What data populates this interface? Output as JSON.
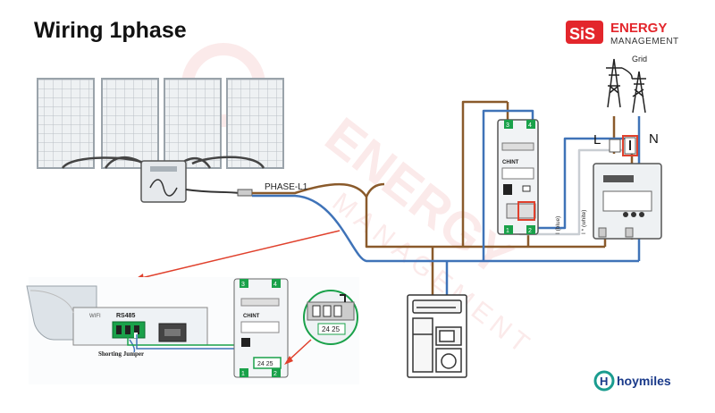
{
  "title": "Wiring 1phase",
  "brand": {
    "badge": "SiS",
    "line1": "ENERGY",
    "line2": "MANAGEMENT",
    "color": "#e3262c"
  },
  "watermark": {
    "line1": "ENERGY",
    "line2": "MANAGEMENT"
  },
  "grid": {
    "label": "Grid",
    "live": "L",
    "neutral": "N"
  },
  "inverter": {
    "line_label": "PHASE-L1"
  },
  "meter": {
    "brand": "CHINT",
    "terminals_top": [
      "3",
      "4"
    ],
    "terminals_bottom": [
      "1",
      "2"
    ]
  },
  "ct_wires": {
    "blue": "I (blue)",
    "white": "I * (white)"
  },
  "detail": {
    "wifi": "WIFI",
    "rs485": "RS485",
    "jumper": "Shorting Jumper",
    "meter_brand": "CHINT",
    "terminals": "24 25",
    "terminals_top": [
      "3",
      "4"
    ],
    "terminals_bottom": [
      "1",
      "2"
    ],
    "zoom_terminals": "24 25"
  },
  "footer": {
    "logo": "hoymiles"
  },
  "colors": {
    "brown": "#8a5a2b",
    "blue": "#3f73b8",
    "green": "#1aa14a",
    "red": "#e0412d",
    "panel": "#cfd6dc"
  }
}
